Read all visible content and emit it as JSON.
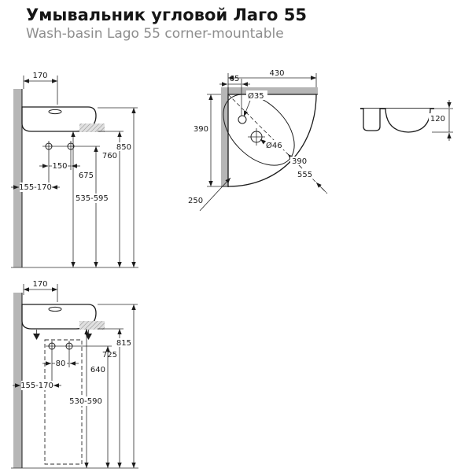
{
  "header": {
    "title": "Умывальник угловой Лаго 55",
    "subtitle": "Wash-basin Lago 55 corner-mountable"
  },
  "colors": {
    "wall": "#b6b6b6",
    "line": "#1c1c1c",
    "subtitle_text": "#8d8d8d"
  },
  "views": {
    "side_top": {
      "dims": {
        "tap_offset": "170",
        "rim_height": "850",
        "apron_height": "760",
        "holes_height": "675",
        "hole_spacing": "150",
        "wall_offset_range": "155-170",
        "waste_height_range": "535-595"
      }
    },
    "plan": {
      "dims": {
        "tap_offset": "65",
        "overall_width": "430",
        "tap_hole_dia": "Ø35",
        "wall_side": "390",
        "waste_hole_dia": "Ø46",
        "diag_bowl": "390",
        "diag_overall": "555",
        "diag_corner": "250"
      }
    },
    "front": {
      "dims": {
        "rim_depth": "120"
      }
    },
    "side_bottom": {
      "dims": {
        "tap_offset": "170",
        "rim_height": "815",
        "apron_height": "725",
        "holes_height": "640",
        "hole_spacing": "80",
        "wall_offset_range": "155-170",
        "waste_height_range": "530-590"
      }
    }
  }
}
